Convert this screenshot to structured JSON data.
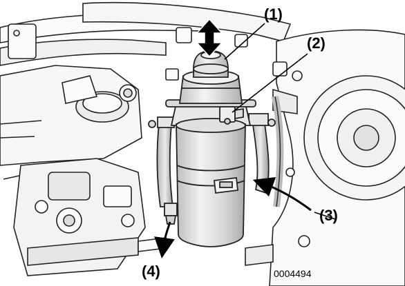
{
  "callouts": {
    "c1": "(1)",
    "c2": "(2)",
    "c3": "(3)",
    "c4": "(4)"
  },
  "figure_number": "0004494",
  "colors": {
    "line": "#222222",
    "fill": "#f4f4f4",
    "shade": "#cfcfcf",
    "canister": "#dcdcdc",
    "arrow": "#000000"
  }
}
